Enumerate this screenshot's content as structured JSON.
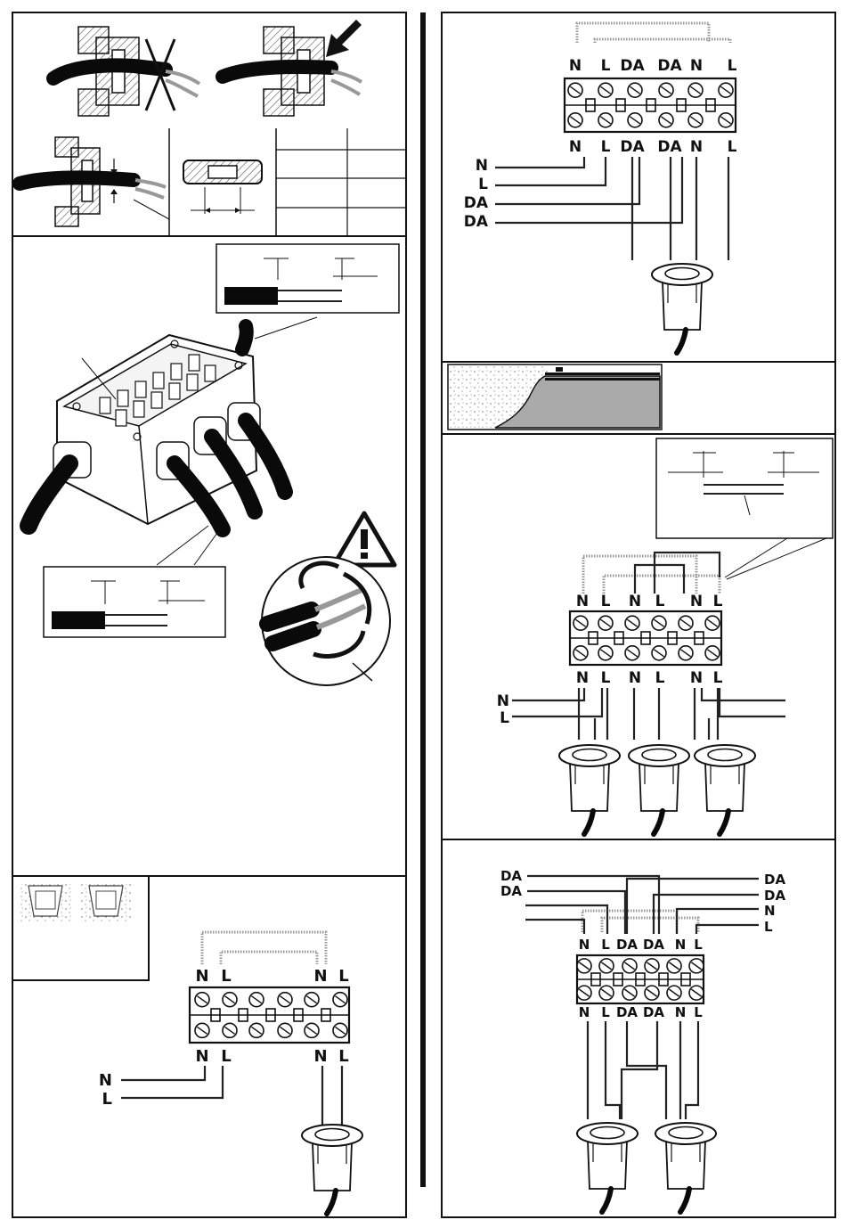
{
  "terminal_labels": {
    "dim_top": [
      "N",
      "L",
      "N",
      "L"
    ],
    "dim_bottom": [
      "N",
      "L",
      "N",
      "L"
    ],
    "dim_supply": [
      "N",
      "L"
    ],
    "single_top": [
      "N",
      "L",
      "DA",
      "DA",
      "N",
      "L"
    ],
    "single_bottom": [
      "N",
      "L",
      "DA",
      "DA",
      "N",
      "L"
    ],
    "single_supply": [
      "N",
      "L",
      "DA",
      "DA"
    ],
    "three_top": [
      "N",
      "L",
      "N",
      "L",
      "N",
      "L"
    ],
    "three_bottom": [
      "N",
      "L",
      "N",
      "L",
      "N",
      "L"
    ],
    "three_supply": [
      "N",
      "L"
    ],
    "two_top": [
      "N",
      "L",
      "DA",
      "DA",
      "N",
      "L"
    ],
    "two_bottom": [
      "N",
      "L",
      "DA",
      "DA",
      "N",
      "L"
    ],
    "two_left": [
      "DA",
      "DA"
    ],
    "two_right": [
      "DA",
      "DA",
      "N",
      "L"
    ]
  },
  "colors": {
    "ink": "#111111",
    "wire": "#222222",
    "rope": "#999999",
    "cable": "#0a0a0a"
  },
  "icons": [
    "crossed-out-icon",
    "insert-arrow-icon",
    "warning-triangle-icon",
    "twist-arrows-icon"
  ]
}
